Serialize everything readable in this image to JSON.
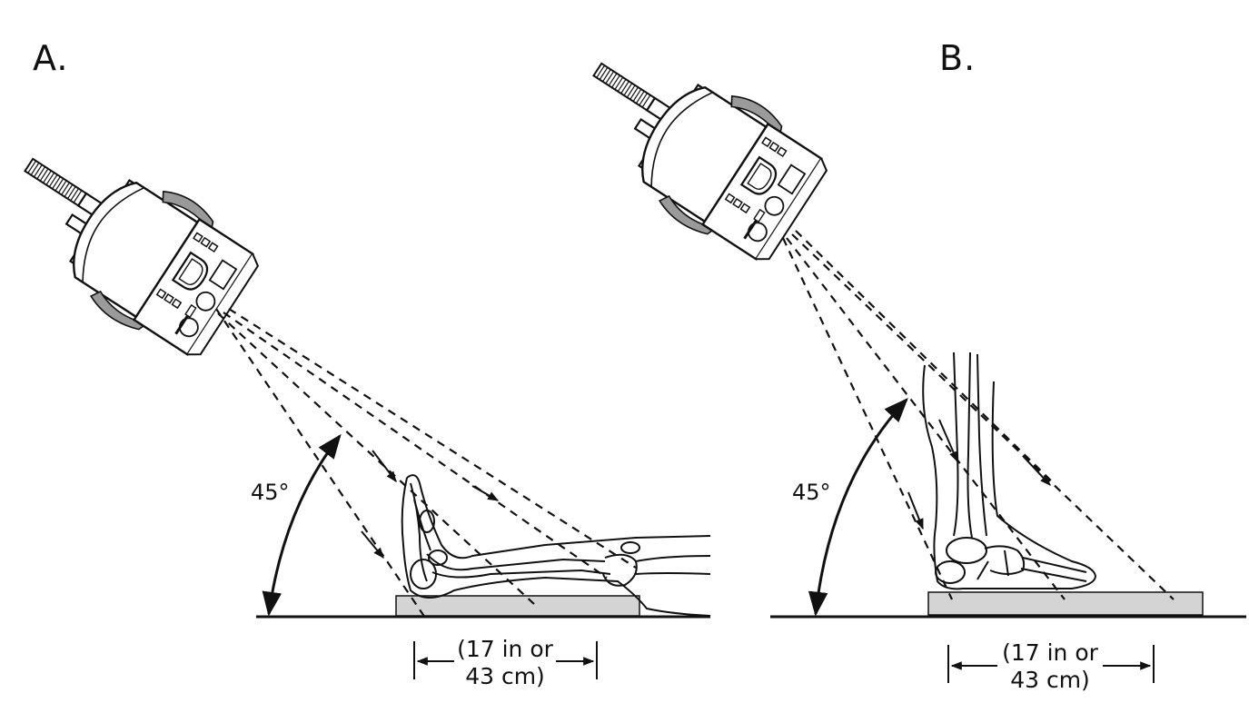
{
  "panels": [
    {
      "label": "A.",
      "angle": "45°",
      "dim_line1": "(17 in or",
      "dim_line2": "43 cm)"
    },
    {
      "label": "B.",
      "angle": "45°",
      "dim_line1": "(17 in or",
      "dim_line2": "43 cm)"
    }
  ],
  "colors": {
    "ink": "#111111",
    "detector": "#d4d4d4",
    "cable": "#9a9a9a"
  },
  "icons": {
    "tube": "x-ray-tube-icon",
    "limb_a": "lower-leg-foot-recumbent",
    "limb_b": "lower-leg-foot-standing"
  }
}
